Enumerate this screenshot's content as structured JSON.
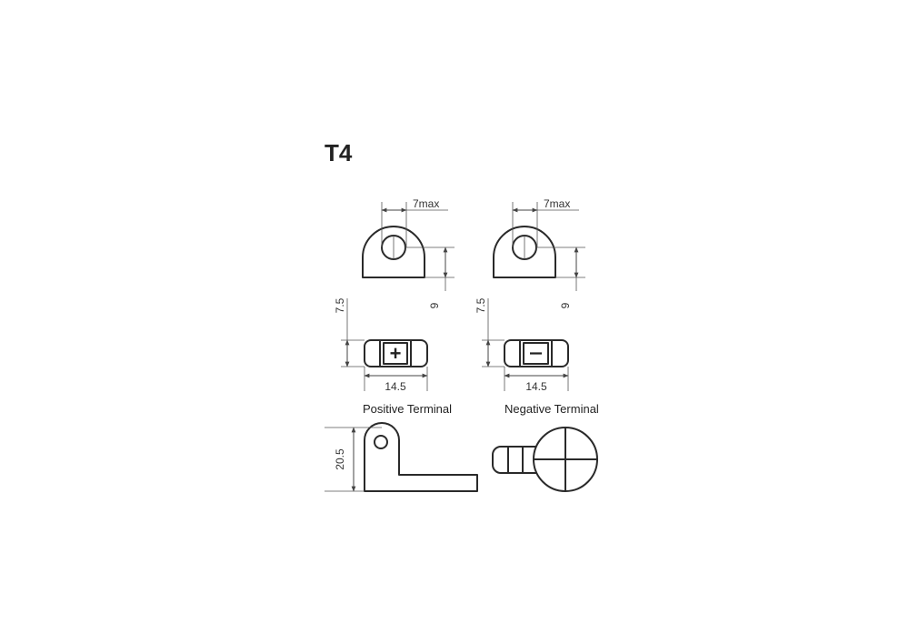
{
  "title": "T4",
  "dimensions": {
    "pos_head_width": "7max",
    "neg_head_width": "7max",
    "pos_hole_height": "9",
    "neg_hole_height": "9",
    "pos_thickness": "7.5",
    "neg_thickness": "7.5",
    "pos_length": "14.5",
    "neg_length": "14.5",
    "side_height": "20.5"
  },
  "labels": {
    "positive": "Positive Terminal",
    "negative": "Negative Terminal",
    "plus_symbol": "+",
    "minus_symbol": "−"
  },
  "colors": {
    "line": "#2a2a2a",
    "text": "#222222"
  }
}
